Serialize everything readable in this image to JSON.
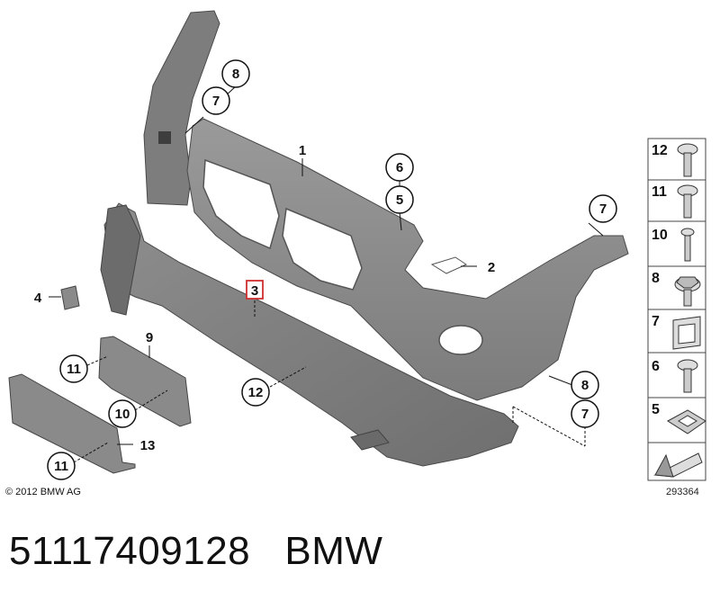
{
  "callouts": {
    "c8_top": "8",
    "c7_top": "7",
    "c1": "1",
    "c6": "6",
    "c5": "5",
    "c7_right": "7",
    "c2": "2",
    "c4": "4",
    "c3": "3",
    "c9": "9",
    "c11_a": "11",
    "c12": "12",
    "c10": "10",
    "c8_bottom": "8",
    "c7_bottom": "7",
    "c13": "13",
    "c11_b": "11"
  },
  "legend": {
    "items": [
      {
        "label": "12",
        "icon": "torx-screw-icon"
      },
      {
        "label": "11",
        "icon": "torx-screw-icon"
      },
      {
        "label": "10",
        "icon": "rivet-icon"
      },
      {
        "label": "8",
        "icon": "hex-screw-washer-icon"
      },
      {
        "label": "7",
        "icon": "spring-nut-icon"
      },
      {
        "label": "6",
        "icon": "torx-screw-icon"
      },
      {
        "label": "5",
        "icon": "square-grommet-icon"
      }
    ],
    "arrow_icon": "direction-arrow-icon"
  },
  "copyright": "© 2012 BMW AG",
  "diagram_number": "293364",
  "footer": {
    "part_number": "51117409128",
    "brand": "BMW"
  },
  "colors": {
    "part_fill": "#8a8a8a",
    "part_dark": "#5e5e5e",
    "part_light": "#a6a6a6",
    "highlight_box": "#d03030"
  }
}
